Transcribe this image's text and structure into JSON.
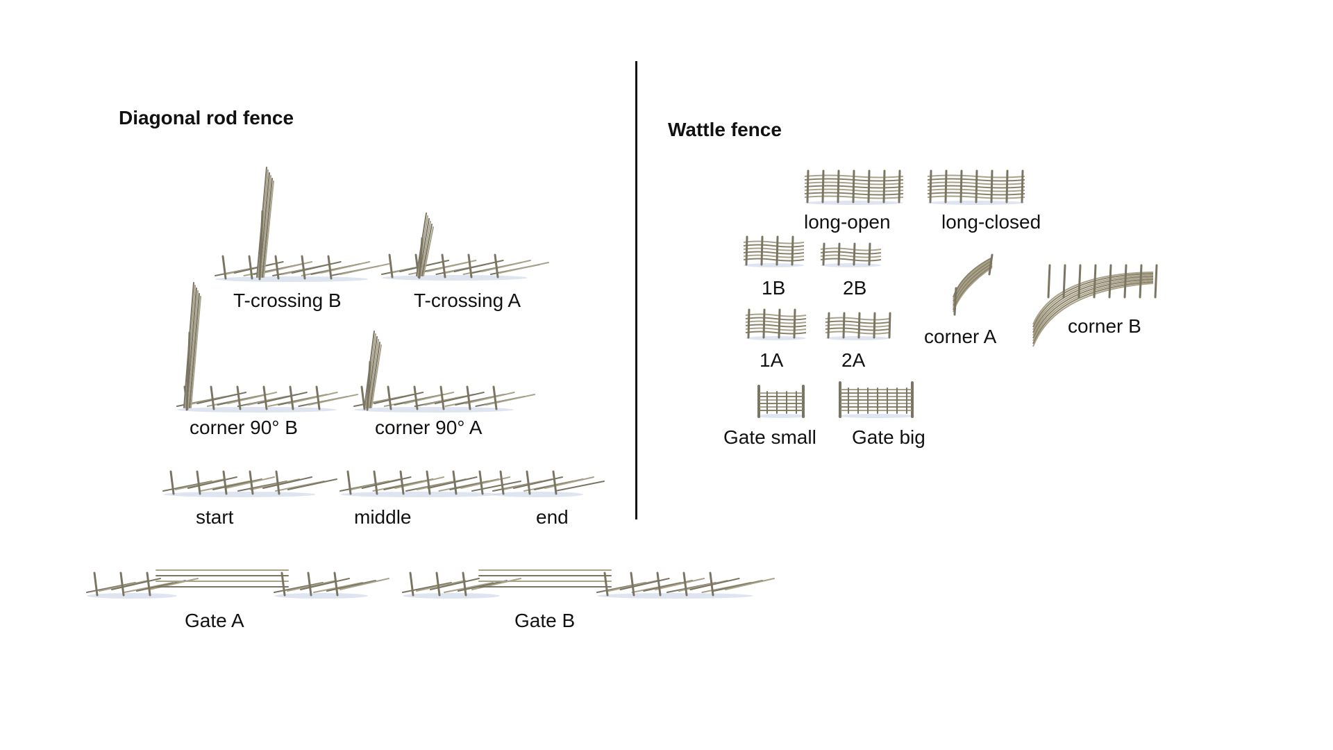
{
  "diagonal": {
    "title": "Diagonal rod fence",
    "items": [
      {
        "label": "T-crossing B"
      },
      {
        "label": "T-crossing A"
      },
      {
        "label": "corner 90° B"
      },
      {
        "label": "corner 90° A"
      },
      {
        "label": "start"
      },
      {
        "label": "middle"
      },
      {
        "label": "end"
      },
      {
        "label": "Gate A"
      },
      {
        "label": "Gate B"
      }
    ]
  },
  "wattle": {
    "title": "Wattle fence",
    "items": [
      {
        "label": "long-open"
      },
      {
        "label": "long-closed"
      },
      {
        "label": "1B"
      },
      {
        "label": "2B"
      },
      {
        "label": "corner A"
      },
      {
        "label": "corner B"
      },
      {
        "label": "1A"
      },
      {
        "label": "2A"
      },
      {
        "label": "Gate small"
      },
      {
        "label": "Gate big"
      }
    ]
  },
  "colors": {
    "rod": "#7a7563",
    "rod_light": "#a8a28a",
    "shadow": "#c9d4e6",
    "wattle": "#8b8168"
  }
}
